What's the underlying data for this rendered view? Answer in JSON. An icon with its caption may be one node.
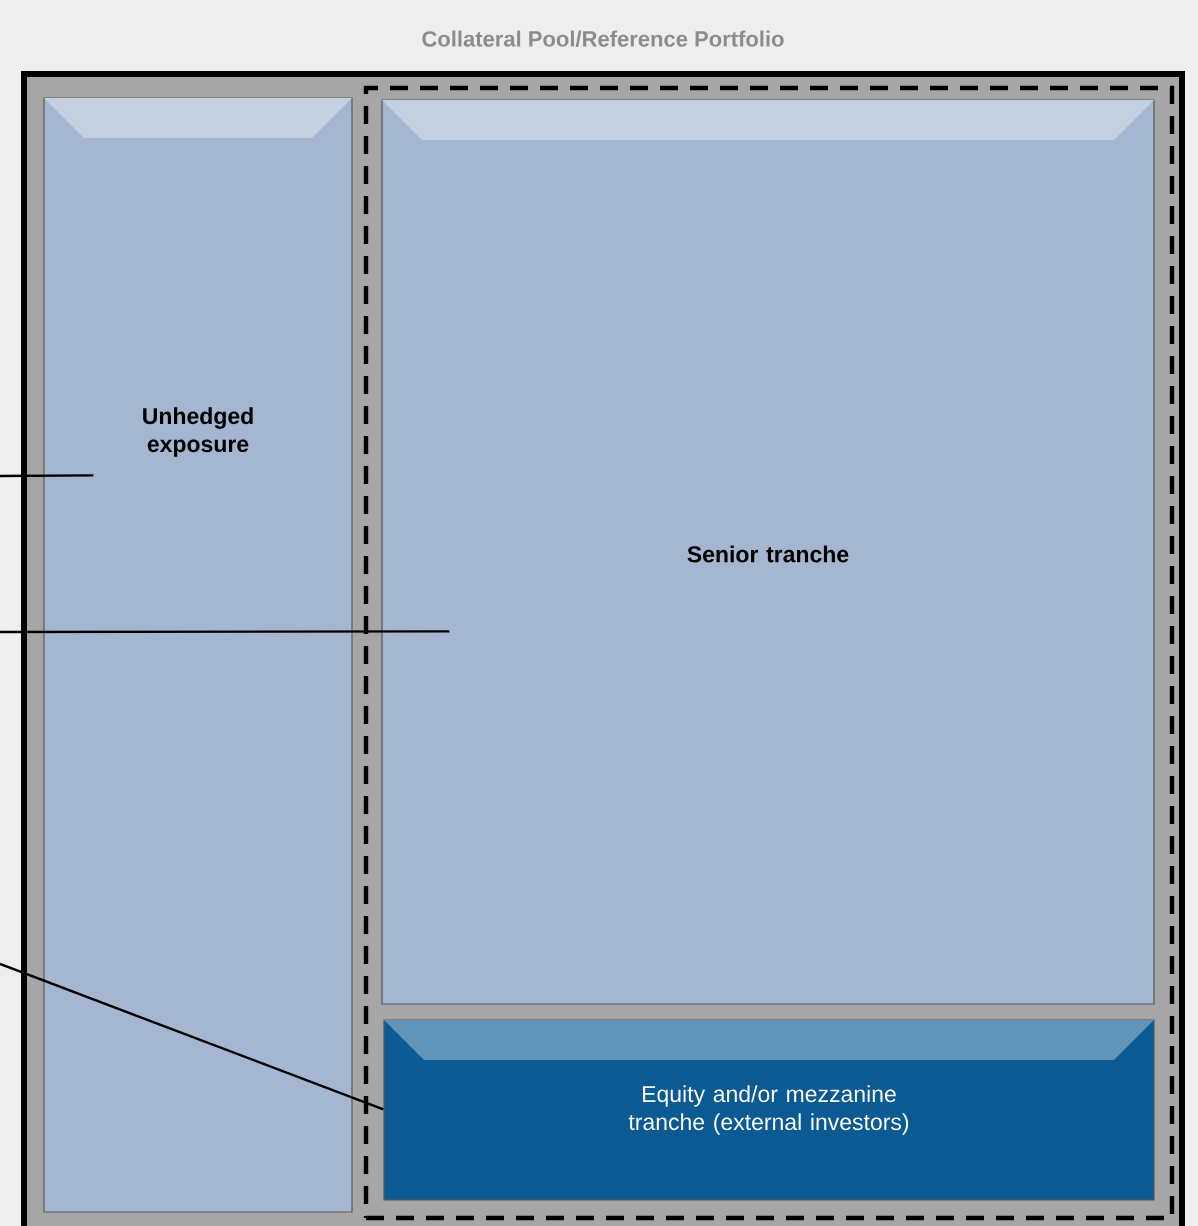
{
  "diagram": {
    "nodes": [
      {
        "text": [
          "Collateral Pool/Reference Portfolio"
        ]
      },
      {
        "text": [
          "Unhedged exposure"
        ],
        "in": 0
      },
      {
        "text": [],
        "shape": "box",
        "in": 0
      },
      {
        "text": [
          "Senior tranche"
        ],
        "in": 2
      },
      {
        "text": [
          "Equity and/or mezzanine tranche (external investors)"
        ],
        "in": 2
      }
    ],
    "edges": [
      {
        "from": null,
        "to": 1,
        "arrow": "none"
      },
      {
        "from": null,
        "to": 3,
        "arrow": "none"
      },
      {
        "from": null,
        "to": 4,
        "arrow": "none"
      }
    ]
  }
}
